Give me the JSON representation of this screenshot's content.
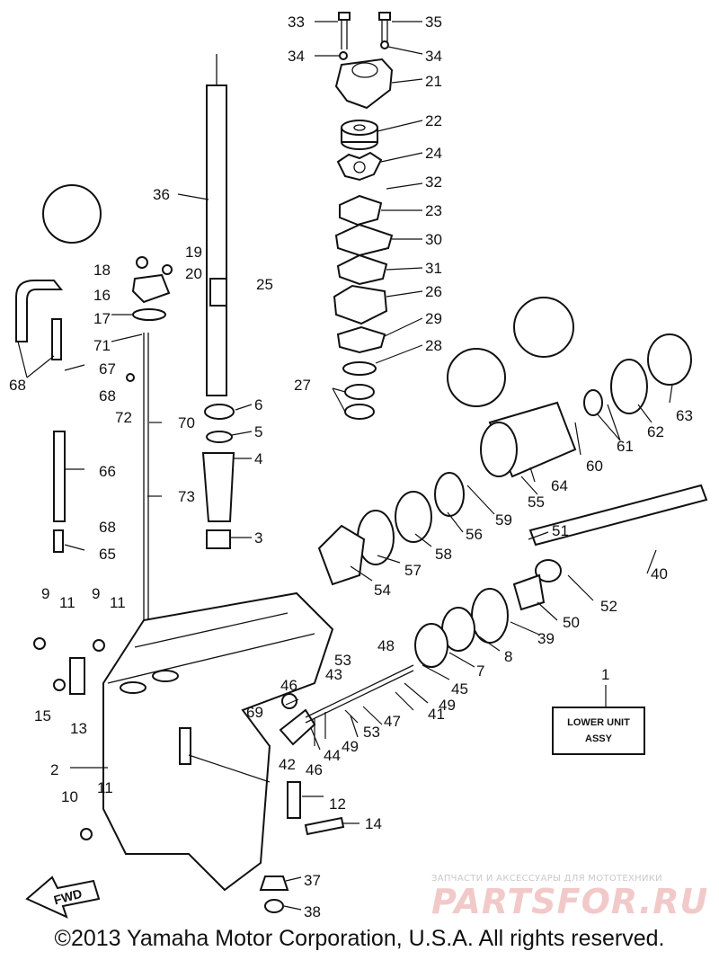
{
  "parts": [
    {
      "ref": "33"
    },
    {
      "ref": "35"
    },
    {
      "ref": "34"
    },
    {
      "ref": "34"
    },
    {
      "ref": "21"
    },
    {
      "ref": "22"
    },
    {
      "ref": "24"
    },
    {
      "ref": "32"
    },
    {
      "ref": "23"
    },
    {
      "ref": "30"
    },
    {
      "ref": "31"
    },
    {
      "ref": "26"
    },
    {
      "ref": "29"
    },
    {
      "ref": "28"
    },
    {
      "ref": "27"
    },
    {
      "ref": "36"
    },
    {
      "ref": "19"
    },
    {
      "ref": "18"
    },
    {
      "ref": "20"
    },
    {
      "ref": "25"
    },
    {
      "ref": "16"
    },
    {
      "ref": "17"
    },
    {
      "ref": "71"
    },
    {
      "ref": "67"
    },
    {
      "ref": "68"
    },
    {
      "ref": "68"
    },
    {
      "ref": "72"
    },
    {
      "ref": "70"
    },
    {
      "ref": "6"
    },
    {
      "ref": "5"
    },
    {
      "ref": "4"
    },
    {
      "ref": "66"
    },
    {
      "ref": "73"
    },
    {
      "ref": "68"
    },
    {
      "ref": "65"
    },
    {
      "ref": "3"
    },
    {
      "ref": "63"
    },
    {
      "ref": "62"
    },
    {
      "ref": "61"
    },
    {
      "ref": "60"
    },
    {
      "ref": "64"
    },
    {
      "ref": "55"
    },
    {
      "ref": "59"
    },
    {
      "ref": "56"
    },
    {
      "ref": "58"
    },
    {
      "ref": "57"
    },
    {
      "ref": "54"
    },
    {
      "ref": "51"
    },
    {
      "ref": "40"
    },
    {
      "ref": "52"
    },
    {
      "ref": "50"
    },
    {
      "ref": "39"
    },
    {
      "ref": "8"
    },
    {
      "ref": "7"
    },
    {
      "ref": "45"
    },
    {
      "ref": "48"
    },
    {
      "ref": "53"
    },
    {
      "ref": "43"
    },
    {
      "ref": "46"
    },
    {
      "ref": "69"
    },
    {
      "ref": "47"
    },
    {
      "ref": "41"
    },
    {
      "ref": "49"
    },
    {
      "ref": "49"
    },
    {
      "ref": "53"
    },
    {
      "ref": "44"
    },
    {
      "ref": "42"
    },
    {
      "ref": "46"
    },
    {
      "ref": "9"
    },
    {
      "ref": "11"
    },
    {
      "ref": "9"
    },
    {
      "ref": "11"
    },
    {
      "ref": "15"
    },
    {
      "ref": "13"
    },
    {
      "ref": "2"
    },
    {
      "ref": "10"
    },
    {
      "ref": "11"
    },
    {
      "ref": "12"
    },
    {
      "ref": "14"
    },
    {
      "ref": "37"
    },
    {
      "ref": "38"
    },
    {
      "ref": "1"
    }
  ],
  "assembly_box": {
    "line1": "LOWER UNIT",
    "line2": "ASSY"
  },
  "fwd_label": "FWD",
  "copyright": "©2013 Yamaha Motor Corporation, U.S.A. All rights reserved.",
  "watermark": {
    "caption": "ЗАПЧАСТИ И АКСЕССУАРЫ ДЛЯ МОТОТЕХНИКИ",
    "logo": "PARTSFOR.RU",
    "color": "#f2c9c9"
  }
}
